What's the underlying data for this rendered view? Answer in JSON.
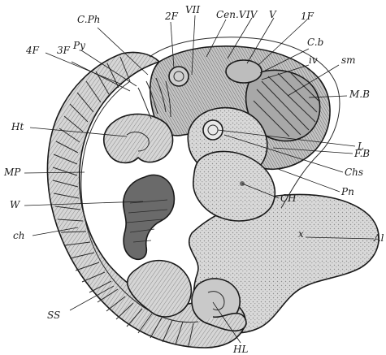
{
  "figure": {
    "labels": {
      "cph": "C.Ph",
      "vii": "VII",
      "cenv": "Cen.V",
      "iv_upper": "IV",
      "v": "V",
      "one_f": "1F",
      "two_f": "2F",
      "py": "Py",
      "four_f": "4F",
      "three_f": "3F",
      "cb": "C.b",
      "iv_lower": "iv",
      "sm": "sm",
      "mb": "M.B",
      "ht": "Ht",
      "l": "L",
      "fb": "F.B",
      "mp": "MP",
      "chs": "Chs",
      "pn": "Pn",
      "w": "W",
      "ch_upper": "CH",
      "ch_lower": "ch",
      "al": "Al",
      "ss": "SS",
      "hl": "HL",
      "x": "x"
    }
  }
}
